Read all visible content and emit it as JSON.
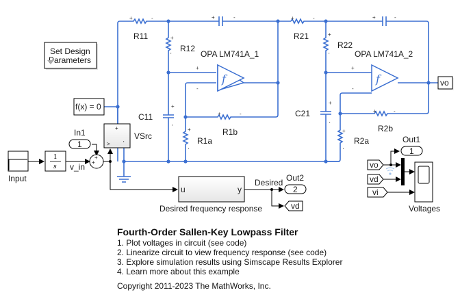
{
  "model": {
    "title": "Fourth-Order Sallen-Key Lowpass Filter",
    "steps": [
      "1. Plot voltages in circuit (see code)",
      "2. Linearize circuit to view frequency response (see code)",
      "3. Explore simulation results using Simscape Results Explorer",
      "4. Learn more about this example"
    ],
    "copyright": "Copyright 2011-2023 The MathWorks, Inc."
  },
  "blocks": {
    "set_design_params": "Set Design\nParameters",
    "set_design_params_line1": "Set Design",
    "set_design_params_line2": "Parameters",
    "solver": "f(x) = 0",
    "input": "Input",
    "integrator_num": "1",
    "integrator_den": "s",
    "in1_label": "In1",
    "in1_port": "1",
    "vsrc": "VSrc",
    "desired_block": "Desired frequency response",
    "desired_in": "u",
    "desired_out": "y",
    "desired_signal": "Desired",
    "out2_label": "Out2",
    "out2_port": "2",
    "goto_vd": "vd",
    "out1_label": "Out1",
    "out1_port": "1",
    "from_vo": "vo",
    "from_vd": "vd",
    "from_vi": "vi",
    "scope": "Voltages",
    "goto_vo": "vo",
    "v_in_signal": "v_in"
  },
  "components": {
    "R11": "R11",
    "R12": "R12",
    "C11": "C11",
    "R1a": "R1a",
    "R1b": "R1b",
    "R21": "R21",
    "R22": "R22",
    "C21": "C21",
    "R2a": "R2a",
    "R2b": "R2b",
    "opamp1": "OPA LM741A_1",
    "opamp2": "OPA LM741A_2"
  },
  "colors": {
    "physical_wire": "#3b6fd1",
    "signal_line": "#000000"
  }
}
